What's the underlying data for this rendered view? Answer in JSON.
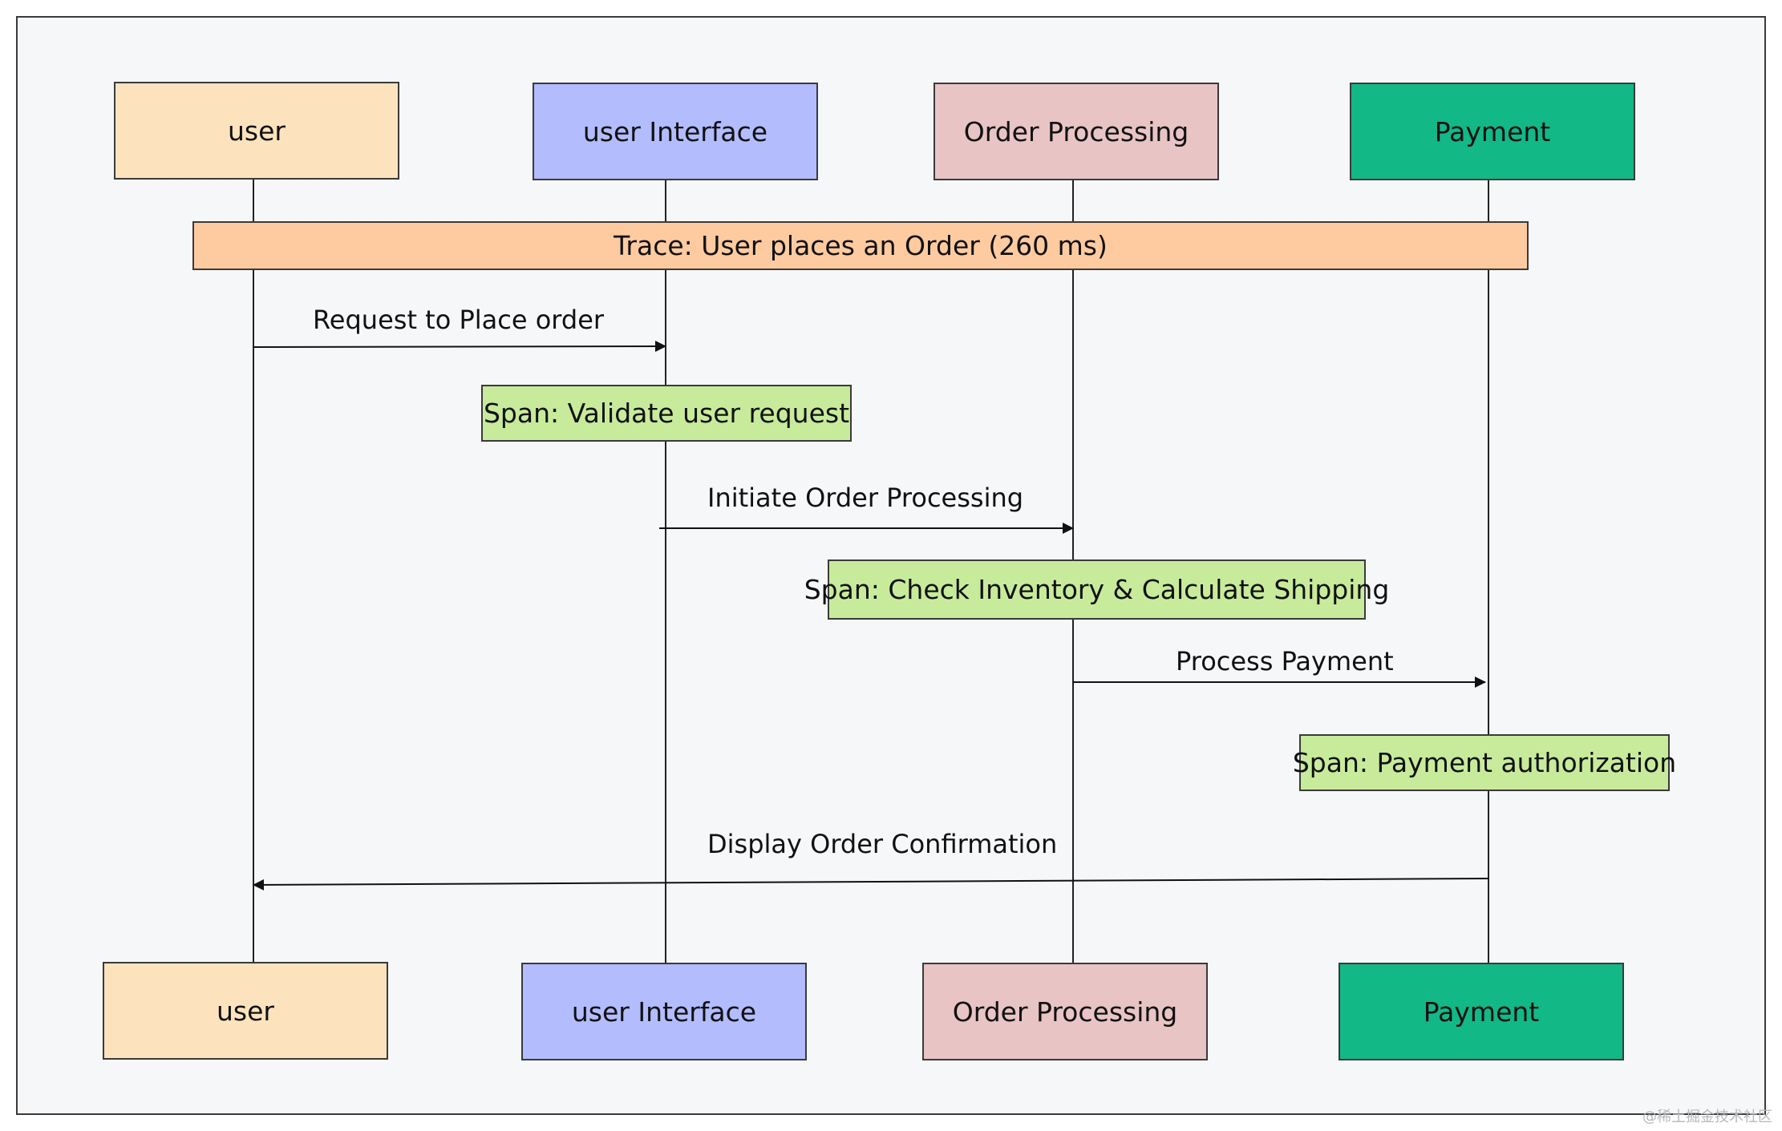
{
  "participants": [
    {
      "name": "user",
      "color": "#fde3bd"
    },
    {
      "name": "user Interface",
      "color": "#b3bcfd"
    },
    {
      "name": "Order Processing",
      "color": "#e8c4c4"
    },
    {
      "name": "Payment",
      "color": "#12b886"
    }
  ],
  "trace": {
    "label": "Trace: User places an Order (260 ms)",
    "color": "#fecba1"
  },
  "messages": [
    {
      "label": "Request to Place order",
      "from": 0,
      "to": 1
    },
    {
      "label": "Initiate Order Processing",
      "from": 1,
      "to": 2
    },
    {
      "label": "Process Payment",
      "from": 2,
      "to": 3
    },
    {
      "label": "Display Order Confirmation",
      "from": 3,
      "to": 0
    }
  ],
  "spans": [
    {
      "label": "Span: Validate user request",
      "participant": 1
    },
    {
      "label": "Span: Check Inventory & Calculate Shipping",
      "participant": 2
    },
    {
      "label": "Span: Payment authorization",
      "participant": 3
    }
  ],
  "span_color": "#c7eb9b",
  "watermark": "@稀土掘金技术社区"
}
